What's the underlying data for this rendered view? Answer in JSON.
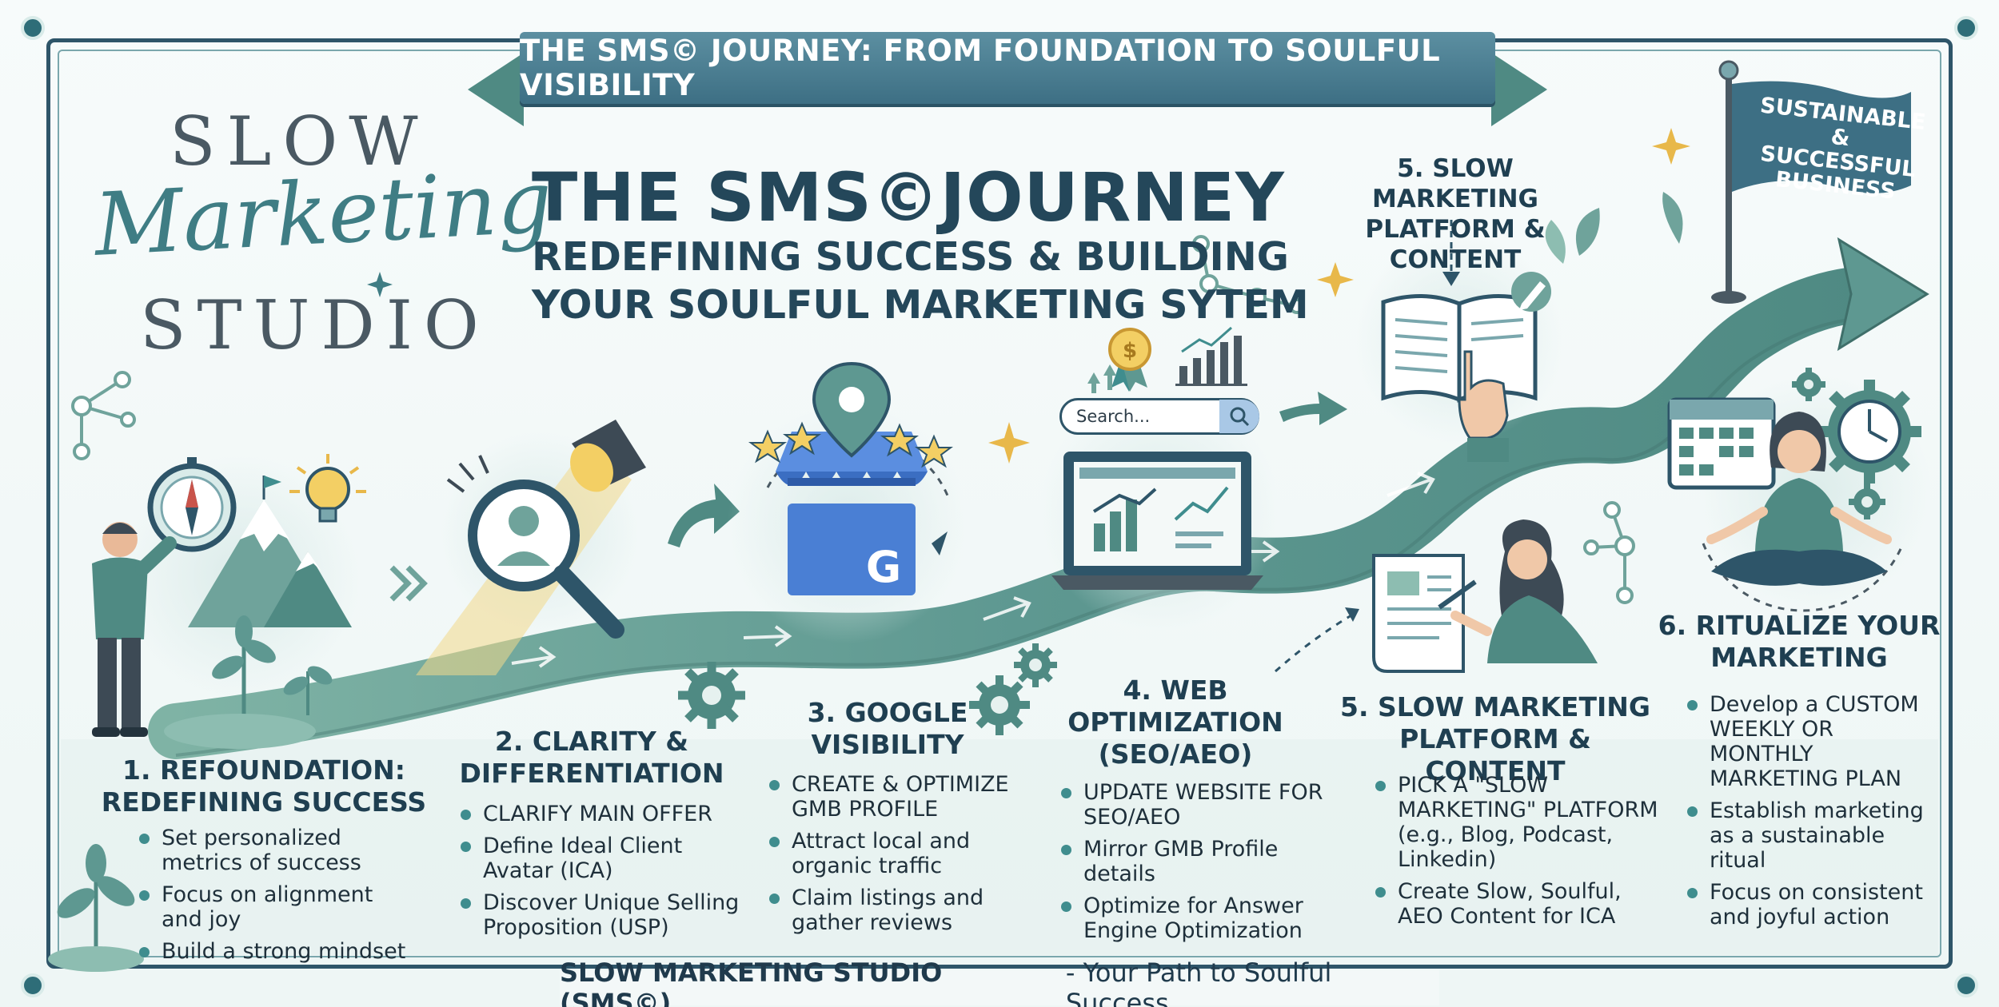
{
  "banner": {
    "title": "THE SMS© JOURNEY: FROM FOUNDATION TO SOULFUL VISIBILITY"
  },
  "brand": {
    "line1": "SLOW",
    "line2": "Marketing",
    "line3": "STUDIO"
  },
  "headline": {
    "title": "THE SMS©JOURNEY",
    "subtitle_line1": "REDEFINING SUCCESS & BUILDING",
    "subtitle_line2": "YOUR SOULFUL MARKETING SYTEM"
  },
  "search": {
    "placeholder": "Search..."
  },
  "google_letter": "G",
  "flag": {
    "line1": "SUSTAINABLE",
    "line2": "& SUCCESSFUL",
    "line3": "BUSINESS"
  },
  "top_label": {
    "line1": "5. SLOW MARKETING",
    "line2": "PLATFORM & CONTENT"
  },
  "steps": [
    {
      "title_line1": "1. REFOUNDATION:",
      "title_line2": "REDEFINING SUCCESS",
      "bullets": [
        "Set personalized metrics of success",
        "Focus on alignment and joy",
        "Build a strong mindset"
      ]
    },
    {
      "title_line1": "2. CLARITY &",
      "title_line2": "DIFFERENTIATION",
      "bullets": [
        "CLARIFY MAIN OFFER",
        "Define Ideal Client Avatar (ICA)",
        "Discover Unique Selling Proposition (USP)"
      ]
    },
    {
      "title_line1": "3. GOOGLE",
      "title_line2": "VISIBILITY",
      "bullets": [
        "CREATE & OPTIMIZE GMB PROFILE",
        "Attract local and organic traffic",
        "Claim listings and gather reviews"
      ]
    },
    {
      "title_line1": "4. WEB",
      "title_line2": "OPTIMIZATION",
      "title_line3": "(SEO/AEO)",
      "bullets": [
        "UPDATE WEBSITE FOR SEO/AEO",
        "Mirror GMB Profile details",
        "Optimize for Answer Engine Optimization"
      ]
    },
    {
      "title_line1": "5. SLOW MARKETING",
      "title_line2": "PLATFORM & CONTENT",
      "bullets": [
        "PICK A \"SLOW MARKETING\" PLATFORM (e.g., Blog, Podcast, Linkedin)",
        "Create Slow, Soulful, AEO Content for ICA"
      ]
    },
    {
      "title_line1": "6. RITUALIZE YOUR",
      "title_line2": "MARKETING",
      "bullets": [
        "Develop a CUSTOM WEEKLY OR MONTHLY MARKETING PLAN",
        "Establish marketing as a sustainable ritual",
        "Focus on consistent and joyful action"
      ]
    }
  ],
  "footer": {
    "brand": "SLOW MARKETING STUDIO (SMS©)",
    "tagline": "- Your Path to Soulful Success"
  },
  "colors": {
    "navy": "#24475a",
    "teal": "#3f8d8e",
    "road": "#5b9489",
    "road_light": "#8dbdb1",
    "banner": "#4e8296",
    "gold": "#e8b84a"
  }
}
